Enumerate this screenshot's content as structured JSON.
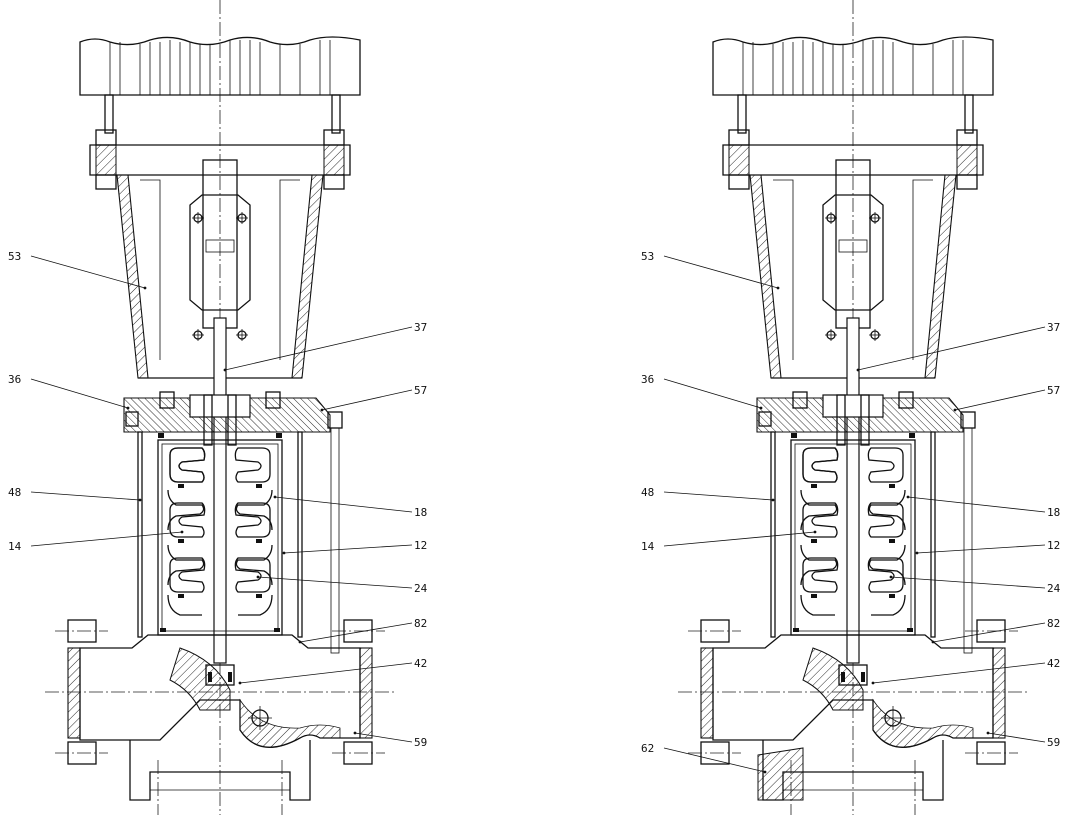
{
  "left_view": {
    "labels": [
      {
        "id": "l53",
        "text": "53"
      },
      {
        "id": "l37",
        "text": "37"
      },
      {
        "id": "l36",
        "text": "36"
      },
      {
        "id": "l57",
        "text": "57"
      },
      {
        "id": "l48",
        "text": "48"
      },
      {
        "id": "l18",
        "text": "18"
      },
      {
        "id": "l14",
        "text": "14"
      },
      {
        "id": "l12",
        "text": "12"
      },
      {
        "id": "l24",
        "text": "24"
      },
      {
        "id": "l82",
        "text": "82"
      },
      {
        "id": "l42",
        "text": "42"
      },
      {
        "id": "l59",
        "text": "59"
      }
    ]
  },
  "right_view": {
    "labels": [
      {
        "id": "r53",
        "text": "53"
      },
      {
        "id": "r37",
        "text": "37"
      },
      {
        "id": "r36",
        "text": "36"
      },
      {
        "id": "r57",
        "text": "57"
      },
      {
        "id": "r48",
        "text": "48"
      },
      {
        "id": "r18",
        "text": "18"
      },
      {
        "id": "r14",
        "text": "14"
      },
      {
        "id": "r12",
        "text": "12"
      },
      {
        "id": "r24",
        "text": "24"
      },
      {
        "id": "r82",
        "text": "82"
      },
      {
        "id": "r42",
        "text": "42"
      },
      {
        "id": "r59",
        "text": "59"
      },
      {
        "id": "r62",
        "text": "62"
      }
    ]
  }
}
